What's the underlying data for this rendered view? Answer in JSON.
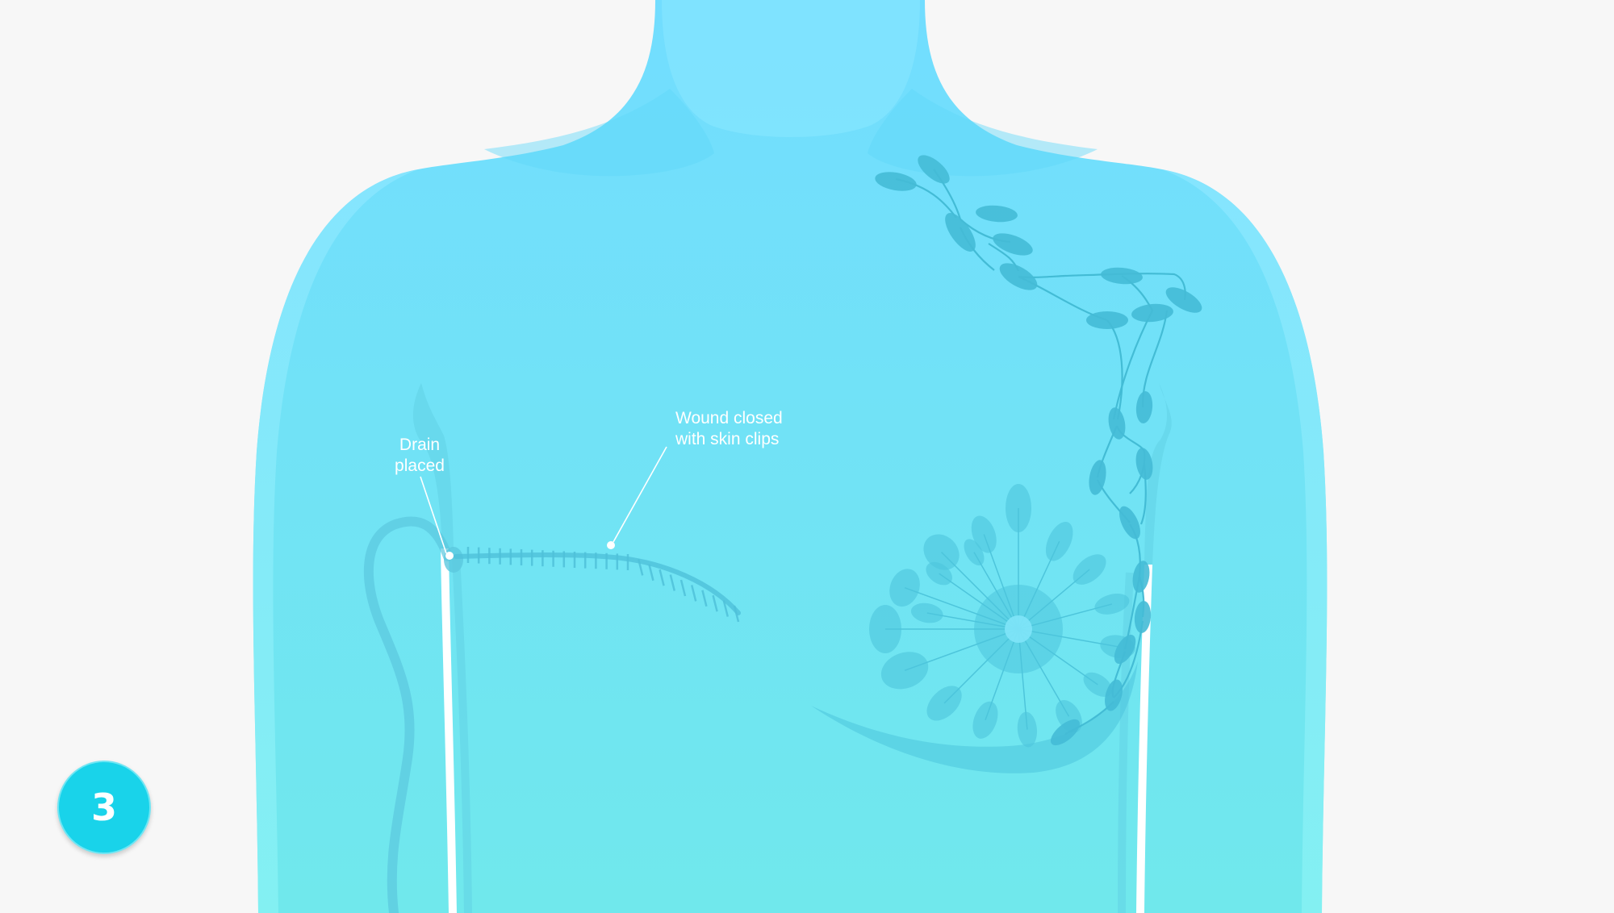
{
  "step": {
    "number": "3"
  },
  "callouts": {
    "drain": {
      "line1": "Drain",
      "line2": "placed"
    },
    "wound": {
      "line1": "Wound closed",
      "line2": "with skin clips"
    }
  },
  "colors": {
    "background": "#f7f7f7",
    "body_top": "#76e0ff",
    "body_bottom": "#70e8ec",
    "anatomy": "#4cc4dc",
    "badge": "#19d3ea",
    "text": "#ffffff"
  }
}
